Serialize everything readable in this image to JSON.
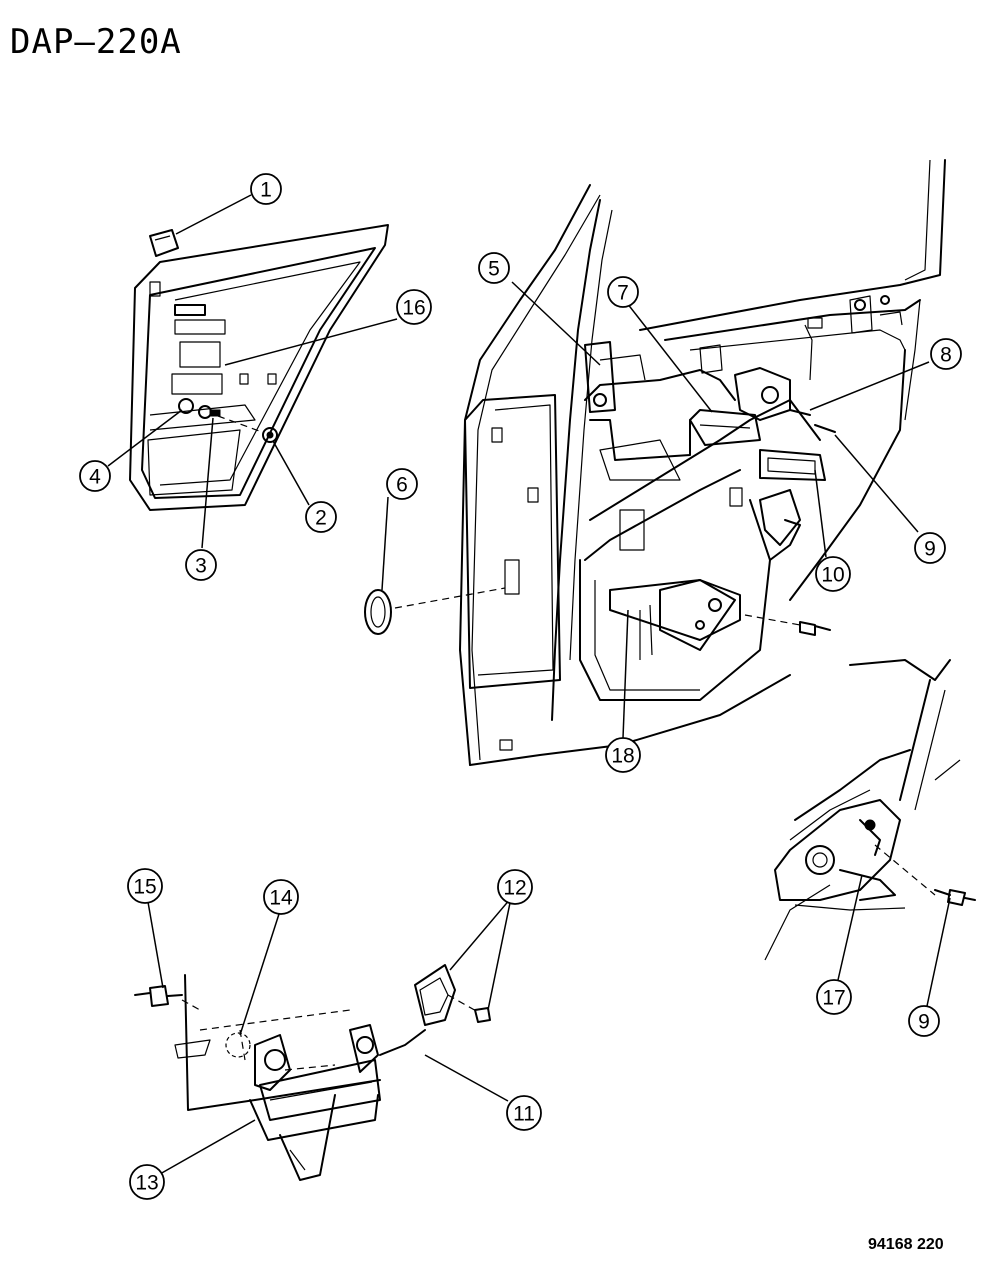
{
  "title": "DAP–220A",
  "figure_number": "94168  220",
  "callouts": [
    {
      "id": "c1",
      "label": "1"
    },
    {
      "id": "c2",
      "label": "2"
    },
    {
      "id": "c3",
      "label": "3"
    },
    {
      "id": "c4",
      "label": "4"
    },
    {
      "id": "c5",
      "label": "5"
    },
    {
      "id": "c6",
      "label": "6"
    },
    {
      "id": "c7",
      "label": "7"
    },
    {
      "id": "c8",
      "label": "8"
    },
    {
      "id": "c9a",
      "label": "9"
    },
    {
      "id": "c10",
      "label": "10"
    },
    {
      "id": "c11",
      "label": "11"
    },
    {
      "id": "c12",
      "label": "12"
    },
    {
      "id": "c13",
      "label": "13"
    },
    {
      "id": "c14",
      "label": "14"
    },
    {
      "id": "c15",
      "label": "15"
    },
    {
      "id": "c16",
      "label": "16"
    },
    {
      "id": "c17",
      "label": "17"
    },
    {
      "id": "c18",
      "label": "18"
    },
    {
      "id": "c9b",
      "label": "9"
    }
  ]
}
